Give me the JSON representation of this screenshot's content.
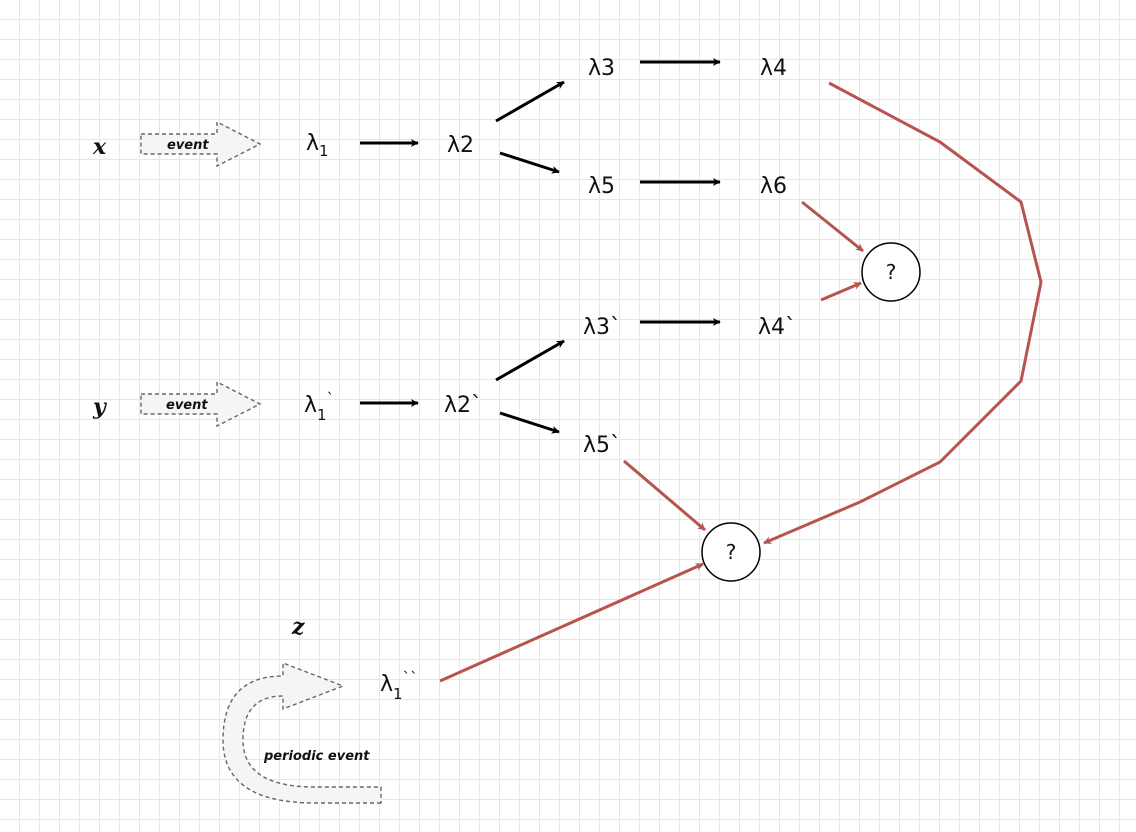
{
  "diagram": {
    "inputs": [
      {
        "id": "x",
        "label": "x",
        "event_label": "event"
      },
      {
        "id": "y",
        "label": "y",
        "event_label": "event"
      },
      {
        "id": "z",
        "label": "z",
        "event_label": "periodic event"
      }
    ],
    "nodes": {
      "x_l1": {
        "base": "λ",
        "sub": "1",
        "mark": ""
      },
      "x_l2": {
        "text": "λ2"
      },
      "x_l3": {
        "text": "λ3"
      },
      "x_l4": {
        "text": "λ4"
      },
      "x_l5": {
        "text": "λ5"
      },
      "x_l6": {
        "text": "λ6"
      },
      "y_l1": {
        "base": "λ",
        "sub": "1",
        "mark": "`"
      },
      "y_l2": {
        "text": "λ2`"
      },
      "y_l3": {
        "text": "λ3`"
      },
      "y_l4": {
        "text": "λ4`"
      },
      "y_l5": {
        "text": "λ5`"
      },
      "z_l1": {
        "base": "λ",
        "sub": "1",
        "mark": "``"
      }
    },
    "joins": [
      {
        "id": "join_upper",
        "label": "?"
      },
      {
        "id": "join_lower",
        "label": "?"
      }
    ],
    "colors": {
      "flow_arrow": "#000000",
      "merge_arrow": "#b85450",
      "event_fill": "#f5f5f5",
      "event_stroke": "#666666"
    }
  }
}
